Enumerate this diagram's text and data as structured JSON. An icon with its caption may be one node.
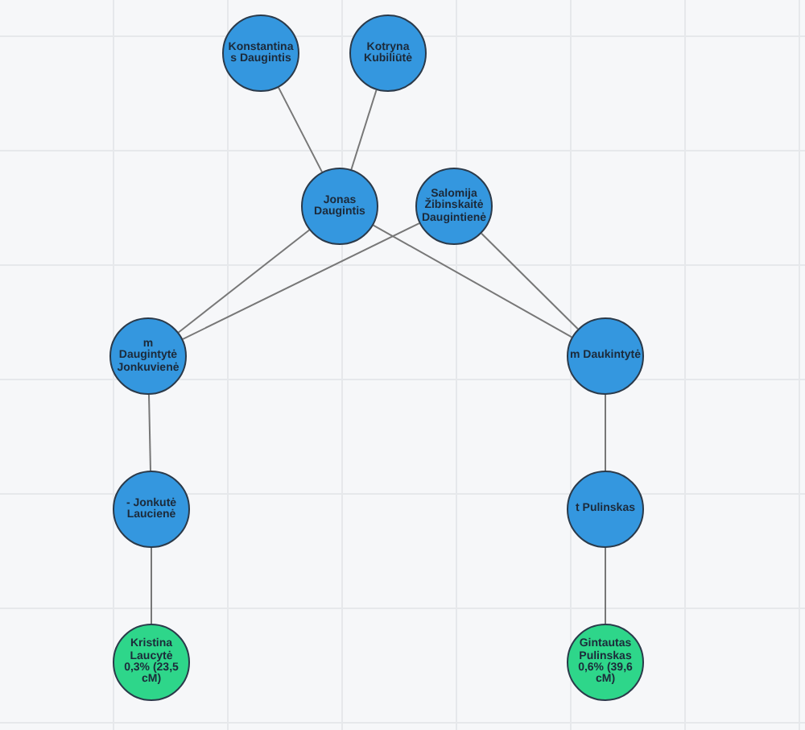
{
  "diagram": {
    "nodes": [
      {
        "text": [
          "Konstantinas Daugintis"
        ]
      },
      {
        "text": [
          "Kotryna Kubiliūtė"
        ]
      },
      {
        "text": [
          "Jonas Daugintis"
        ]
      },
      {
        "text": [
          "Salomija Žibinskaitė Daugintienė"
        ]
      },
      {
        "text": [
          "m Daugintytė Jonkuvienė"
        ]
      },
      {
        "text": [
          "m Daukintytė"
        ]
      },
      {
        "text": [
          "- Jonkutė Laucienė"
        ]
      },
      {
        "text": [
          "t Pulinskas"
        ]
      },
      {
        "text": [
          "Kristina Laucytė 0,3% (23,5 cM)"
        ]
      },
      {
        "text": [
          "Gintautas Pulinskas 0,6% (39,6 cM)"
        ]
      }
    ],
    "edges": [
      {
        "from": 0,
        "to": 2,
        "arrow": "none"
      },
      {
        "from": 1,
        "to": 2,
        "arrow": "none"
      },
      {
        "from": 2,
        "to": 4,
        "arrow": "none"
      },
      {
        "from": 3,
        "to": 4,
        "arrow": "none"
      },
      {
        "from": 2,
        "to": 5,
        "arrow": "none"
      },
      {
        "from": 3,
        "to": 5,
        "arrow": "none"
      },
      {
        "from": 4,
        "to": 6,
        "arrow": "none"
      },
      {
        "from": 6,
        "to": 8,
        "arrow": "none"
      },
      {
        "from": 5,
        "to": 7,
        "arrow": "none"
      },
      {
        "from": 7,
        "to": 9,
        "arrow": "none"
      }
    ]
  }
}
